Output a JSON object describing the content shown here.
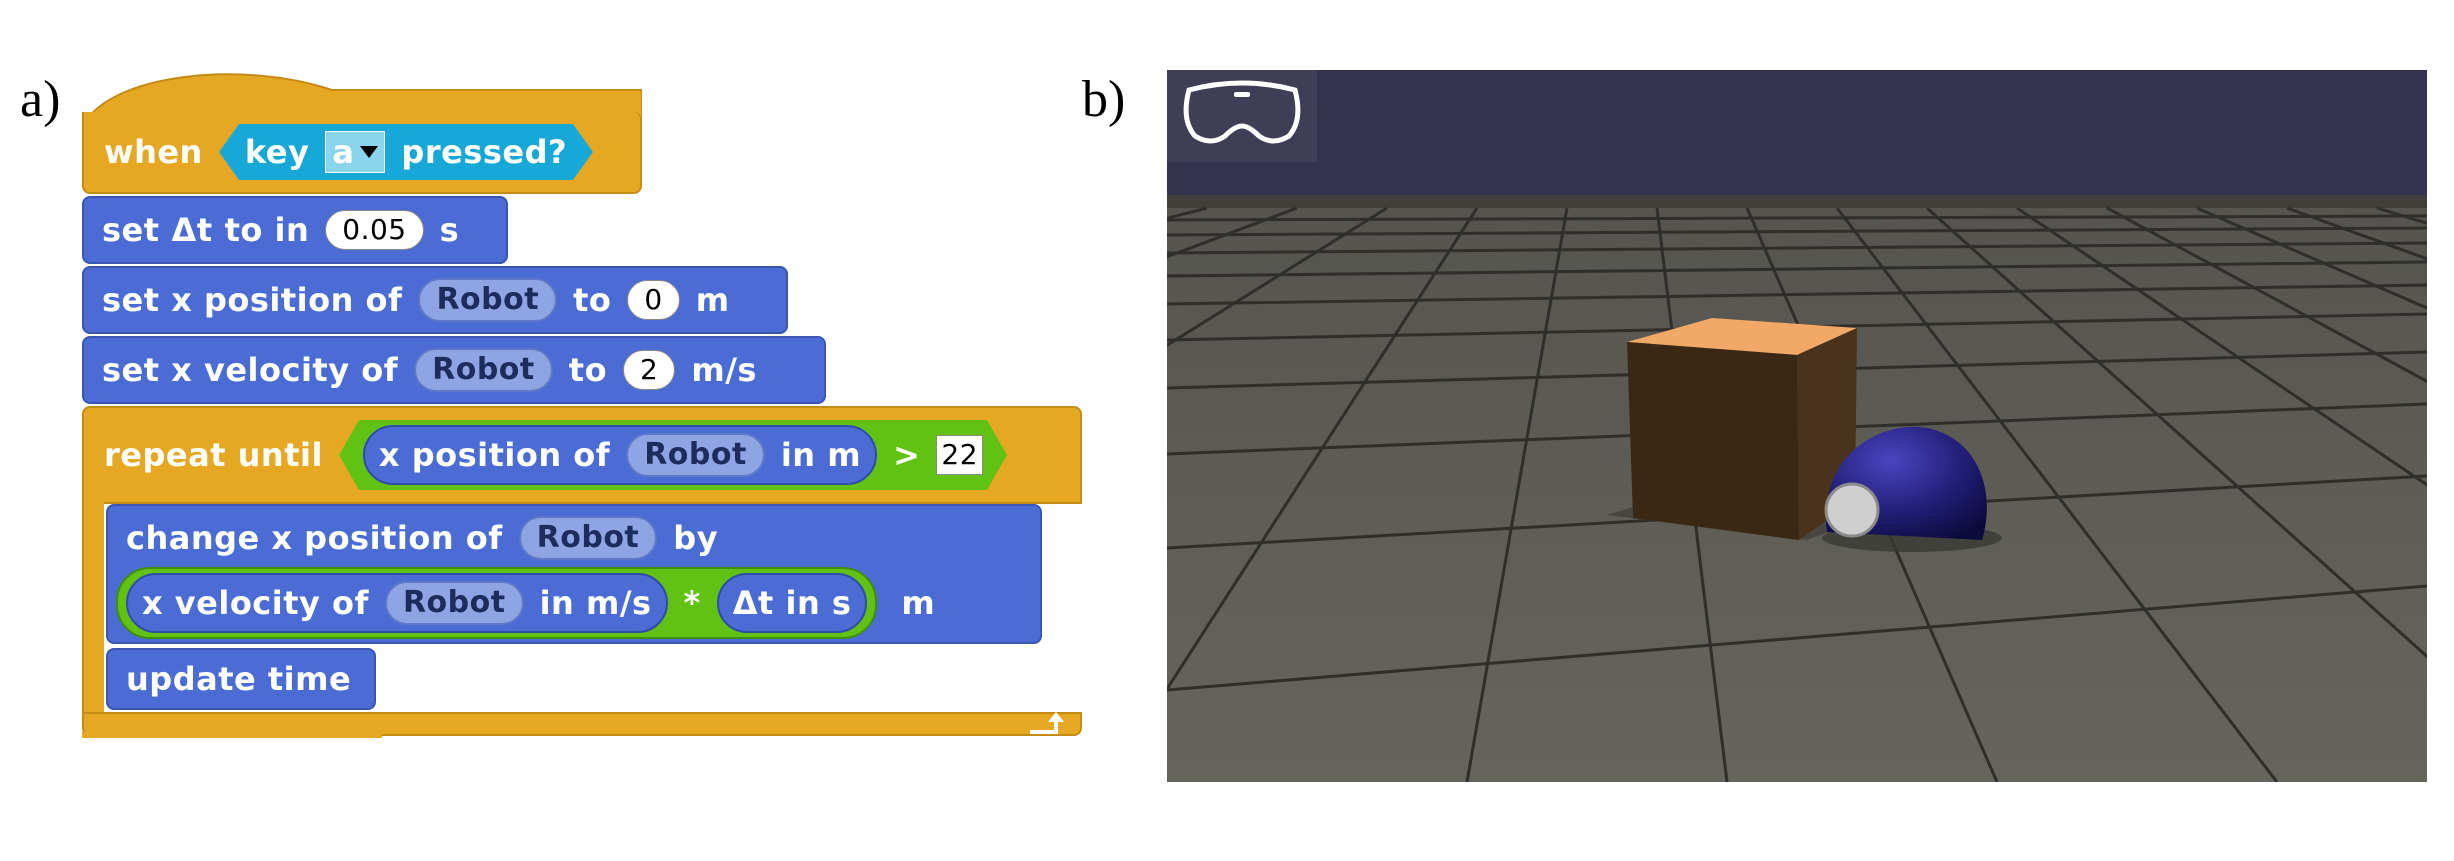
{
  "labels": {
    "a": "a)",
    "b": "b)"
  },
  "hat": {
    "when": "when",
    "key": "key",
    "key_value": "a",
    "pressed": "pressed?"
  },
  "b1": {
    "set": "set",
    "dt": "Δt",
    "to_in": "to in",
    "value": "0.05",
    "unit": "s"
  },
  "b2": {
    "text": "set x position of",
    "obj": "Robot",
    "to": "to",
    "value": "0",
    "unit": "m"
  },
  "b3": {
    "text": "set x velocity of",
    "obj": "Robot",
    "to": "to",
    "value": "2",
    "unit": "m/s"
  },
  "repeat": {
    "label": "repeat until",
    "cond_text": "x position of",
    "cond_obj": "Robot",
    "cond_in": "in m",
    "cond_op": ">",
    "cond_value": "22"
  },
  "change": {
    "text": "change x position of",
    "obj": "Robot",
    "by": "by",
    "vel_text": "x velocity of",
    "vel_obj": "Robot",
    "vel_unit": "in m/s",
    "mult": "*",
    "dt_text": "Δt in s",
    "unit": "m"
  },
  "update": {
    "text": "update time"
  },
  "colors": {
    "motion": "#4a6cd4",
    "control": "#e6a822",
    "sensing": "#17a8d8",
    "operator": "#62c213",
    "sky": "#34334d",
    "floor": "#5e5d56",
    "box_top": "#f2a867",
    "box_front": "#3a2815",
    "robot": "#1f1c72"
  },
  "icons": {
    "vr": "vr-headset-icon",
    "dropdown": "dropdown-arrow-icon",
    "loop": "loop-arrow-icon"
  }
}
